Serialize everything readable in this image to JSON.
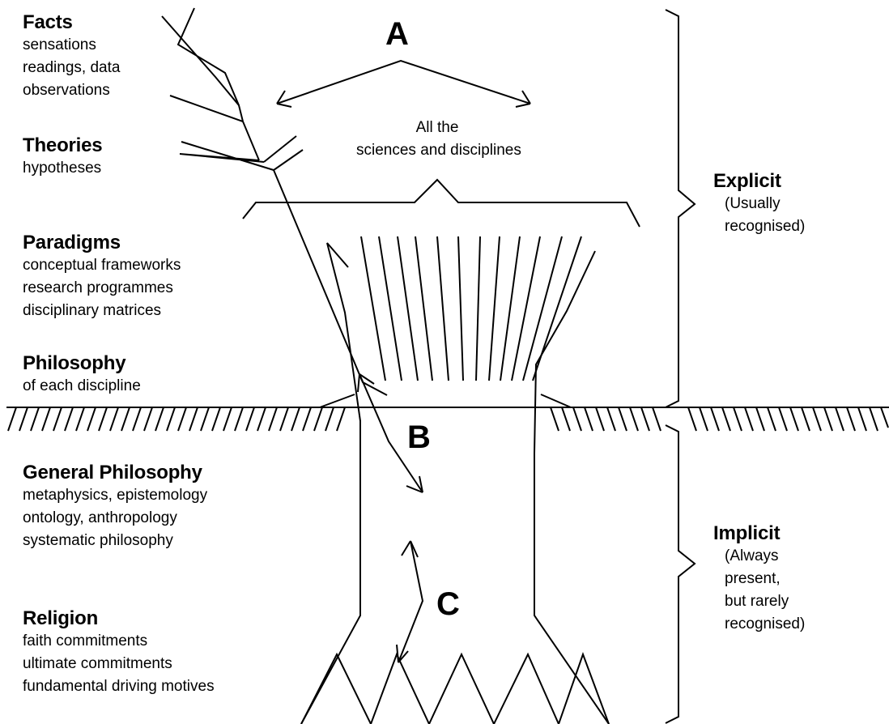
{
  "levels": {
    "facts": {
      "title": "Facts",
      "items": [
        "sensations",
        "readings, data",
        "observations"
      ]
    },
    "theories": {
      "title": "Theories",
      "items": [
        "hypotheses"
      ]
    },
    "paradigms": {
      "title": "Paradigms",
      "items": [
        "conceptual frameworks",
        "research programmes",
        "disciplinary matrices"
      ]
    },
    "philosophy": {
      "title": "Philosophy",
      "items": [
        "of each discipline"
      ]
    },
    "general_philosophy": {
      "title": "General Philosophy",
      "items": [
        "metaphysics, epistemology",
        "ontology, anthropology",
        "systematic philosophy"
      ]
    },
    "religion": {
      "title": "Religion",
      "items": [
        "faith commitments",
        "ultimate commitments",
        "fundamental driving motives"
      ]
    }
  },
  "markers": {
    "a": "A",
    "b": "B",
    "c": "C"
  },
  "sciences": {
    "line1": "All the",
    "line2": "sciences and disciplines"
  },
  "explicit": {
    "title": "Explicit",
    "lines": [
      "(Usually",
      "recognised)"
    ]
  },
  "implicit": {
    "title": "Implicit",
    "lines": [
      "(Always",
      "present,",
      "but rarely",
      "recognised)"
    ]
  }
}
